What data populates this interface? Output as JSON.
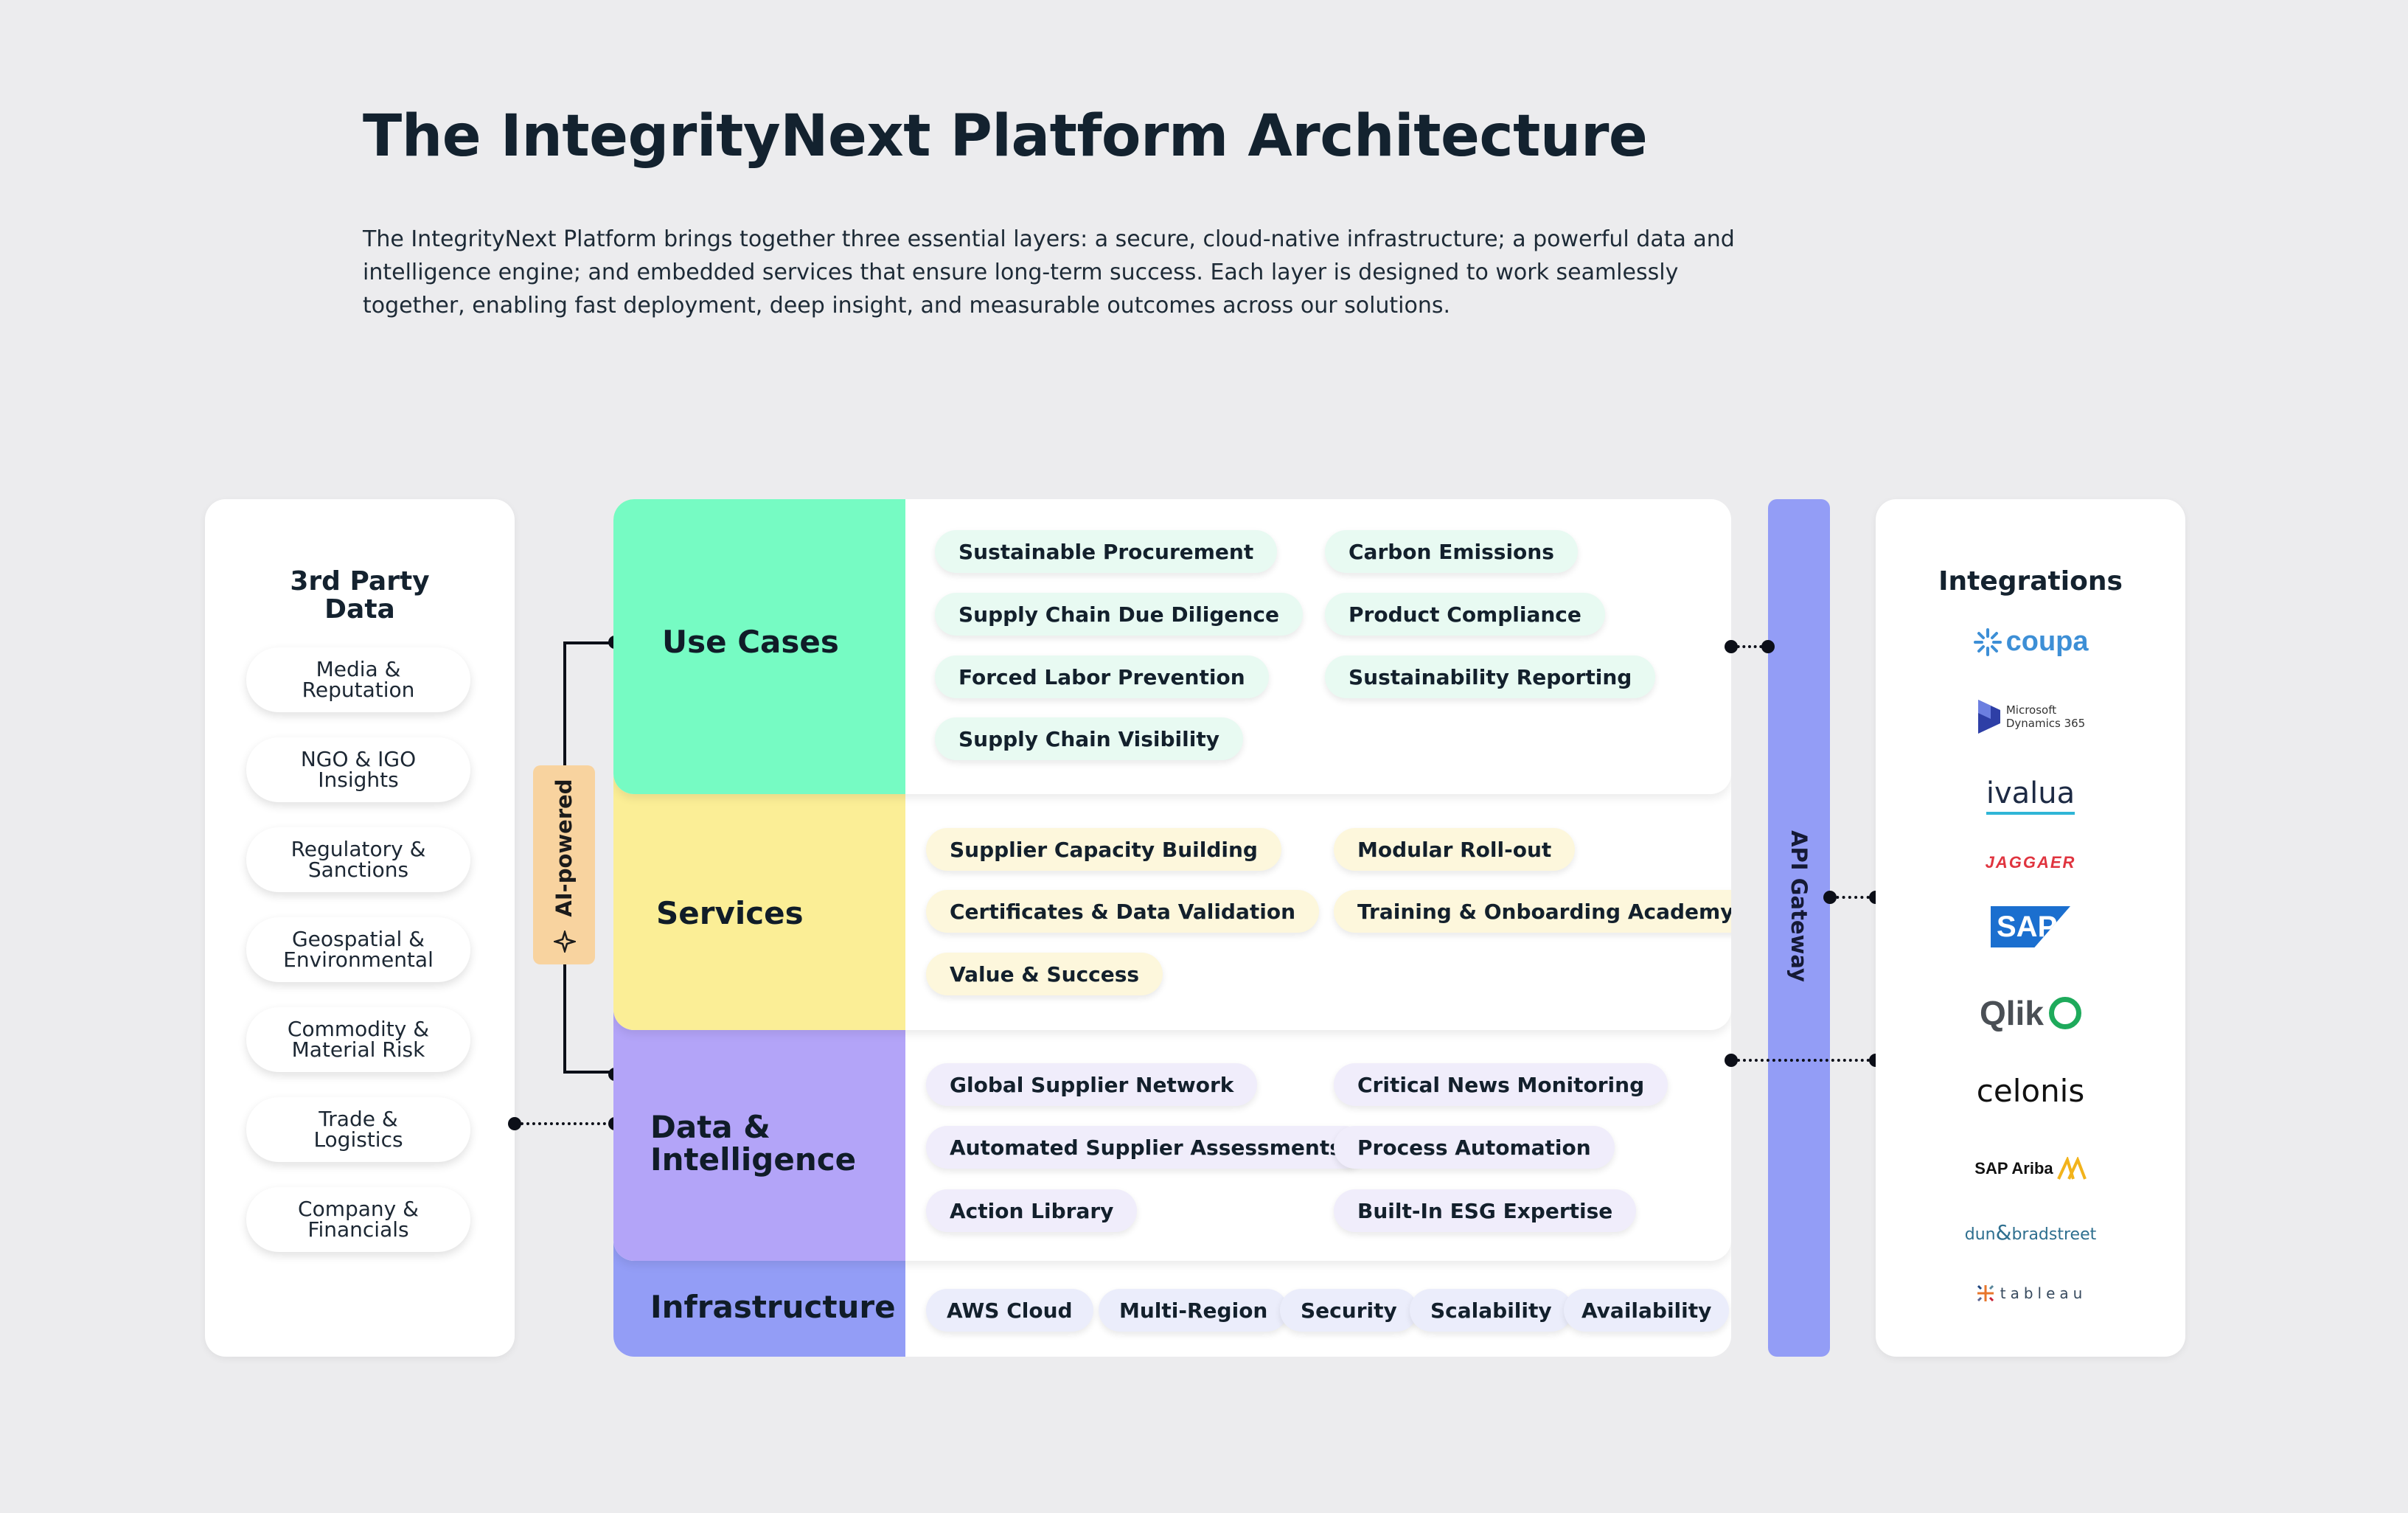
{
  "title": "The IntegrityNext Platform Architecture",
  "intro": "The IntegrityNext Platform brings together three essential layers: a secure, cloud-native infrastructure; a powerful data and intelligence engine; and embedded services that ensure long-term success. Each layer is designed to work seamlessly together, enabling fast deployment, deep insight, and measurable outcomes across our solutions.",
  "third_party": {
    "title": "3rd Party\nData",
    "items": [
      "Media &\nReputation",
      "NGO & IGO\nInsights",
      "Regulatory &\nSanctions",
      "Geospatial &\nEnvironmental",
      "Commodity &\nMaterial Risk",
      "Trade &\nLogistics",
      "Company &\nFinancials"
    ]
  },
  "ai_label": "AI-powered",
  "layers": {
    "use_cases": {
      "label": "Use Cases",
      "color": "#76fbc3",
      "items": [
        "Sustainable Procurement",
        "Carbon Emissions",
        "Supply Chain Due Diligence",
        "Product Compliance",
        "Forced Labor Prevention",
        "Sustainability Reporting",
        "Supply Chain Visibility"
      ]
    },
    "services": {
      "label": "Services",
      "color": "#fbee96",
      "items": [
        "Supplier Capacity Building",
        "Modular Roll-out",
        "Certificates & Data Validation",
        "Training & Onboarding Academy",
        "Value & Success"
      ]
    },
    "data": {
      "label": "Data &\nIntelligence",
      "color": "#b3a4f8",
      "items": [
        "Global Supplier Network",
        "Critical News Monitoring",
        "Automated Supplier Assessments",
        "Process Automation",
        "Action Library",
        "Built-In ESG Expertise"
      ]
    },
    "infrastructure": {
      "label": "Infrastructure",
      "color": "#939df6",
      "items": [
        "AWS Cloud",
        "Multi-Region",
        "Security",
        "Scalability",
        "Availability"
      ]
    }
  },
  "api_gateway": "API Gateway",
  "integrations": {
    "title": "Integrations",
    "logos": {
      "coupa": "coupa",
      "microsoft_line1": "Microsoft",
      "microsoft_line2": "Dynamics 365",
      "ivalua": "ivalua",
      "jaggaer": "JAGGAER",
      "sap": "SAP",
      "qlik": "Qlik",
      "celonis": "celonis",
      "sap_ariba": "SAP Ariba",
      "dnb_1": "dun",
      "dnb_2": "bradstreet",
      "tableau": "tableau"
    }
  }
}
